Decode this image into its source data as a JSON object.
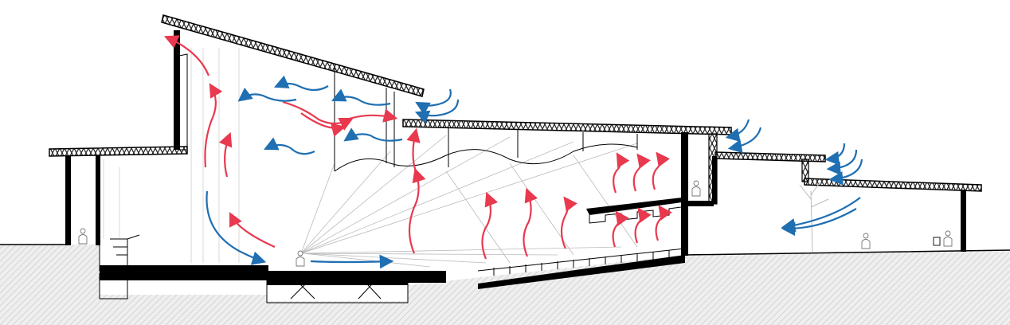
{
  "diagram": {
    "colors": {
      "warm_air": "#e8394f",
      "cool_air": "#1f6fb2",
      "structure": "#000000",
      "ground": "#efefef",
      "ground_hatch": "#d4d4d4",
      "truss": "#222222",
      "light_line": "#bbbbbb"
    },
    "elements": {
      "roofs": [
        "left-canopy-roof",
        "stage-tower-roof",
        "auditorium-roof",
        "lobby-roof",
        "entrance-canopy-roof"
      ],
      "air_flows": [
        "warm-air-rising",
        "cool-air-intake"
      ],
      "people": [
        "person-left-terrace",
        "person-stage",
        "person-balcony",
        "person-lobby",
        "person-entrance"
      ]
    }
  }
}
